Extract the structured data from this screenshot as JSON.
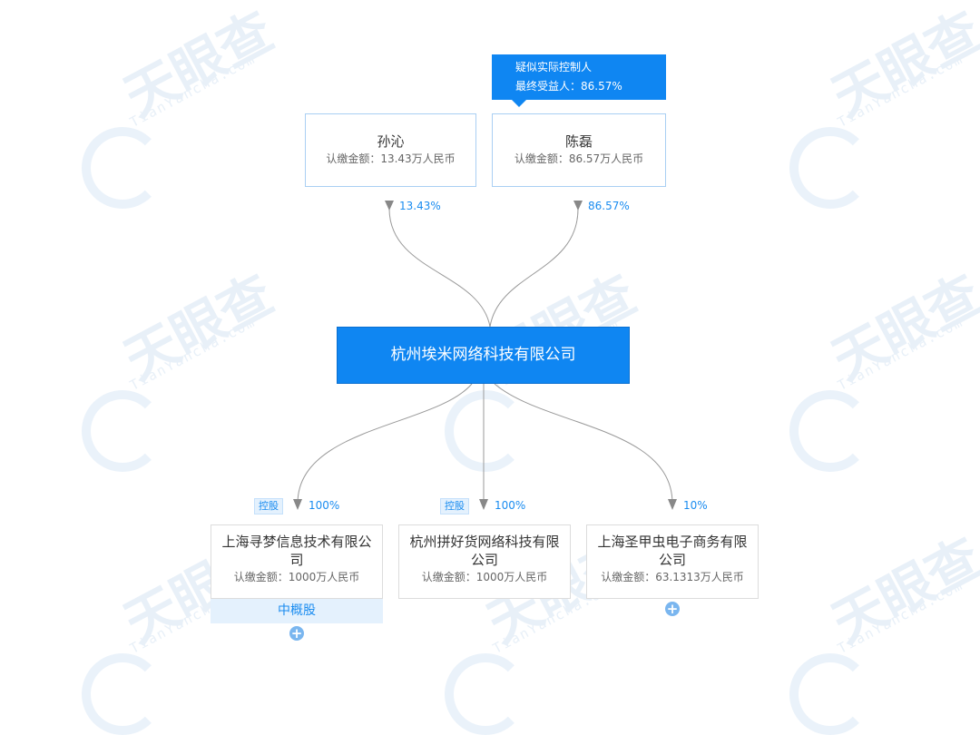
{
  "watermark": {
    "logo": "天眼查",
    "sub": "TianYancha.com"
  },
  "tooltip": {
    "line1": "疑似实际控制人",
    "line2": "最终受益人：86.57%"
  },
  "shareholders": [
    {
      "name": "孙沁",
      "amount": "认缴金额：13.43万人民币",
      "percent": "13.43%"
    },
    {
      "name": "陈磊",
      "amount": "认缴金额：86.57万人民币",
      "percent": "86.57%"
    }
  ],
  "company": {
    "name": "杭州埃米网络科技有限公司"
  },
  "subsidiaries": [
    {
      "name": "上海寻梦信息技术有限公司",
      "amount": "认缴金额：1000万人民币",
      "tag": "控股",
      "percent": "100%",
      "footer": "中概股"
    },
    {
      "name": "杭州拼好货网络科技有限公司",
      "amount": "认缴金额：1000万人民币",
      "tag": "控股",
      "percent": "100%"
    },
    {
      "name": "上海圣甲虫电子商务有限公司",
      "amount": "认缴金额：63.1313万人民币",
      "percent": "10%"
    }
  ],
  "colors": {
    "primary": "#0f86f2",
    "link": "#999999",
    "tag_bg": "#e4f1fd"
  },
  "icons": {
    "expand": "plus-circle-icon",
    "arrow": "down-triangle-icon"
  }
}
